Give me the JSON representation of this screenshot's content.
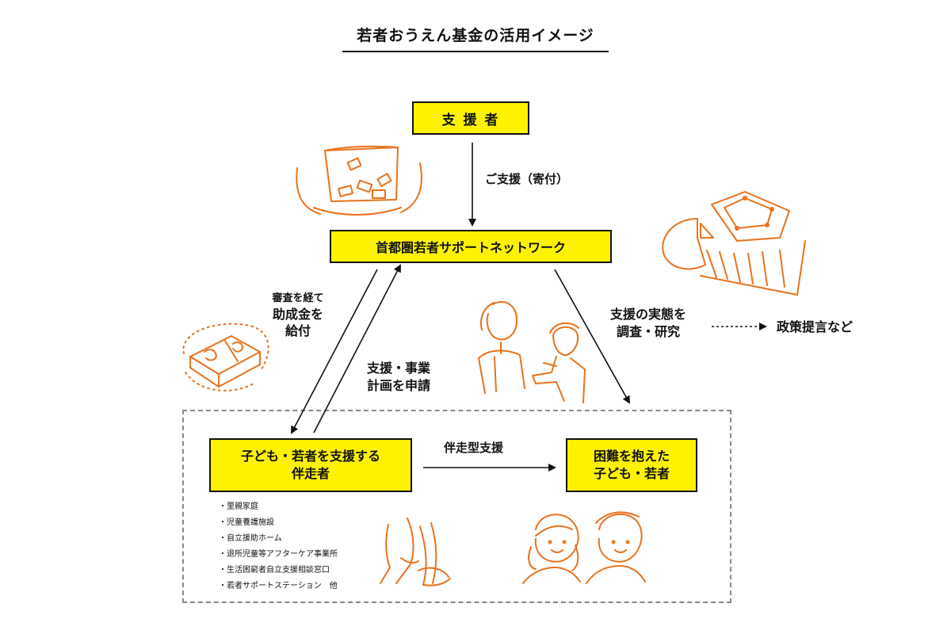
{
  "title": "若者おうえん基金の活用イメージ",
  "nodes": {
    "supporter": "支 援 者",
    "network": "首都圏若者サポートネットワーク",
    "companion_line1": "子ども・若者を支援する",
    "companion_line2": "伴走者",
    "youth_line1": "困難を抱えた",
    "youth_line2": "子ども・若者"
  },
  "edges": {
    "donation": "ご支援（寄付）",
    "grant_line1": "審査を経て",
    "grant_line2": "助成金を",
    "grant_line3": "給付",
    "apply_line1": "支援・事業",
    "apply_line2": "計画を申請",
    "research_line1": "支援の実態を",
    "research_line2": "調査・研究",
    "policy": "政策提言など",
    "accompany": "伴走型支援"
  },
  "companion_list": [
    "・里親家庭",
    "・児童養護施設",
    "・自立援助ホーム",
    "・退所児童等アフターケア事業所",
    "・生活困窮者自立支援相談窓口",
    "・若者サポートステーション　他"
  ],
  "colors": {
    "highlight": "#fff200",
    "illustration": "#e8721c",
    "line": "#111111",
    "dashed": "#888888"
  }
}
